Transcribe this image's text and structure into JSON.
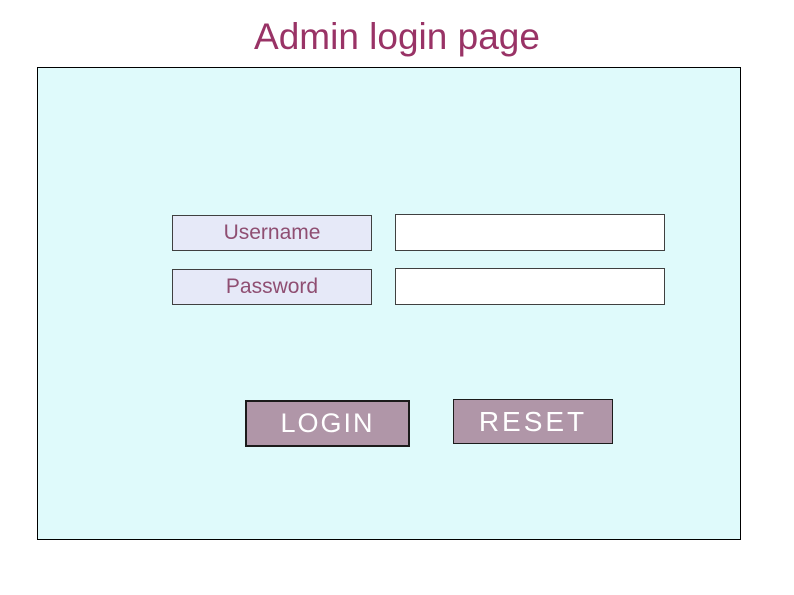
{
  "page": {
    "title": "Admin login page"
  },
  "login_form": {
    "username": {
      "label": "Username",
      "value": "",
      "placeholder": ""
    },
    "password": {
      "label": "Password",
      "value": "",
      "placeholder": ""
    },
    "buttons": {
      "login": "LOGIN",
      "reset": "RESET"
    }
  },
  "colors": {
    "title_text": "#993366",
    "label_text": "#8F4E72",
    "panel_bg": "#DFFAFB",
    "panel_border": "#000000",
    "box_border": "#404040",
    "label_bg": "#E6E9F8",
    "field_bg": "#FFFFFF",
    "button_bg": "#B096A8",
    "button_text": "#FFFFFF",
    "button_border": "#1B1B1B"
  }
}
